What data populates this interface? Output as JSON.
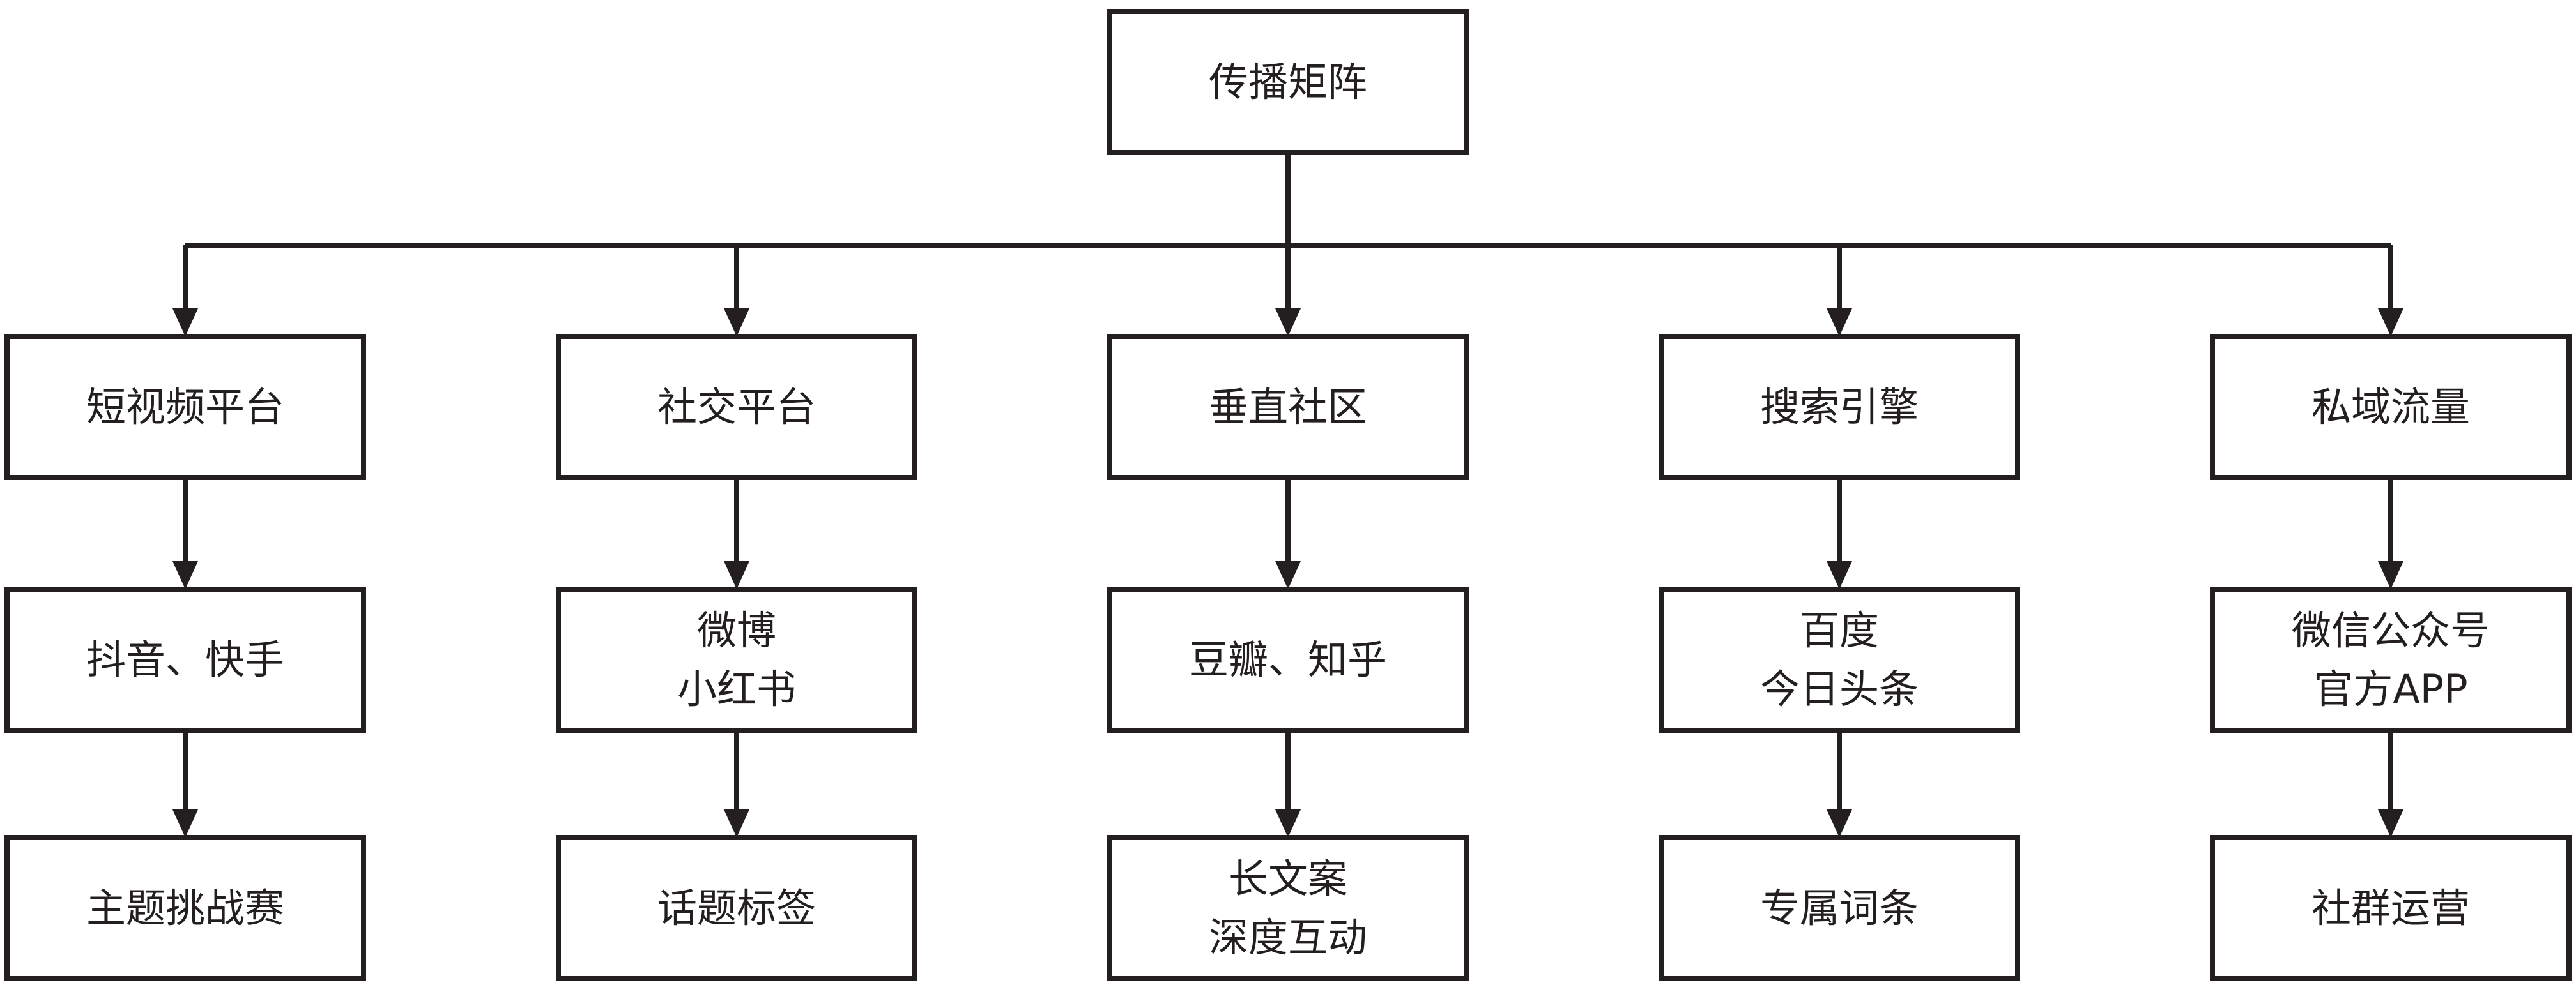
{
  "root": {
    "label": "传播矩阵"
  },
  "columns": [
    {
      "category": "短视频平台",
      "platforms": [
        "抖音、快手"
      ],
      "tactic": [
        "主题挑战赛"
      ]
    },
    {
      "category": "社交平台",
      "platforms": [
        "微博",
        "小红书"
      ],
      "tactic": [
        "话题标签"
      ]
    },
    {
      "category": "垂直社区",
      "platforms": [
        "豆瓣、知乎"
      ],
      "tactic": [
        "长文案",
        "深度互动"
      ]
    },
    {
      "category": "搜索引擎",
      "platforms": [
        "百度",
        "今日头条"
      ],
      "tactic": [
        "专属词条"
      ]
    },
    {
      "category": "私域流量",
      "platforms": [
        "微信公众号",
        "官方APP"
      ],
      "tactic": [
        "社群运营"
      ]
    }
  ],
  "colors": {
    "line": "#231f20",
    "box_fill": "#ffffff"
  }
}
